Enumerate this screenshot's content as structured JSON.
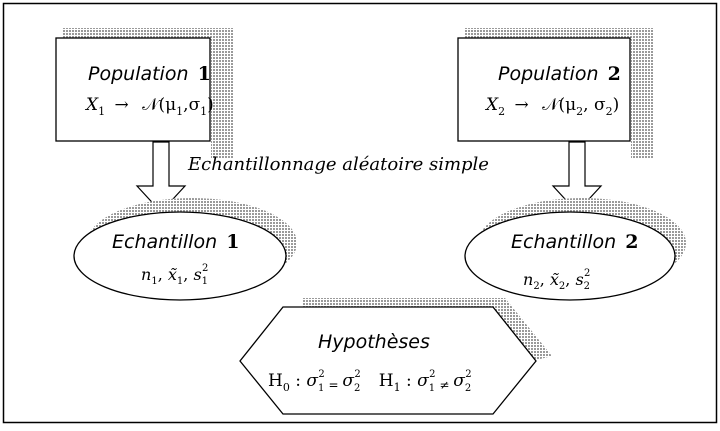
{
  "colors": {
    "stroke": "#000000",
    "shadow": "#a8a8a8",
    "fill": "#ffffff",
    "background": "#ffffff"
  },
  "population_1": {
    "title": "Population",
    "index": "1",
    "var": "X",
    "var_sub": "1",
    "arrow": "→",
    "dist": "𝒩(",
    "mu": "μ",
    "mu_sub": "1",
    "comma": ",",
    "sigma": "σ",
    "sigma_sub": "1",
    "close": ")"
  },
  "population_2": {
    "title": "Population",
    "index": "2",
    "var": "X",
    "var_sub": "2",
    "arrow": "→",
    "dist": "𝒩(",
    "mu": "μ",
    "mu_sub": "2",
    "comma": ", ",
    "sigma": "σ",
    "sigma_sub": "2",
    "close": ")"
  },
  "sampling_label": "Echantillonnage aléatoire simple",
  "sample_1": {
    "title": "Echantillon",
    "index": "1",
    "n": "n",
    "n_sub": "1",
    "sep1": ", ",
    "xbar": "x̃",
    "xbar_sub": "1",
    "sep2": ", ",
    "s": "s",
    "s_sub": "1",
    "s_sup": "2"
  },
  "sample_2": {
    "title": "Echantillon",
    "index": "2",
    "n": "n",
    "n_sub": "2",
    "sep1": ", ",
    "xbar": "x̃",
    "xbar_sub": "2",
    "sep2": ", ",
    "s": "s",
    "s_sub": "2",
    "s_sup": "2"
  },
  "hypotheses": {
    "title": "Hypothèses",
    "h0": "H",
    "h0_sub": "0",
    "colon0": " : ",
    "sig_a": "σ",
    "sig_a_sub": "1",
    "sig_a_sup": "2",
    "eq": " = ",
    "sig_b": "σ",
    "sig_b_sub": "2",
    "sig_b_sup": "2",
    "h1": "H",
    "h1_sub": "1",
    "colon1": " : ",
    "sig_c": "σ",
    "sig_c_sub": "1",
    "sig_c_sup": "2",
    "neq": " ≠ ",
    "sig_d": "σ",
    "sig_d_sub": "2",
    "sig_d_sup": "2"
  }
}
